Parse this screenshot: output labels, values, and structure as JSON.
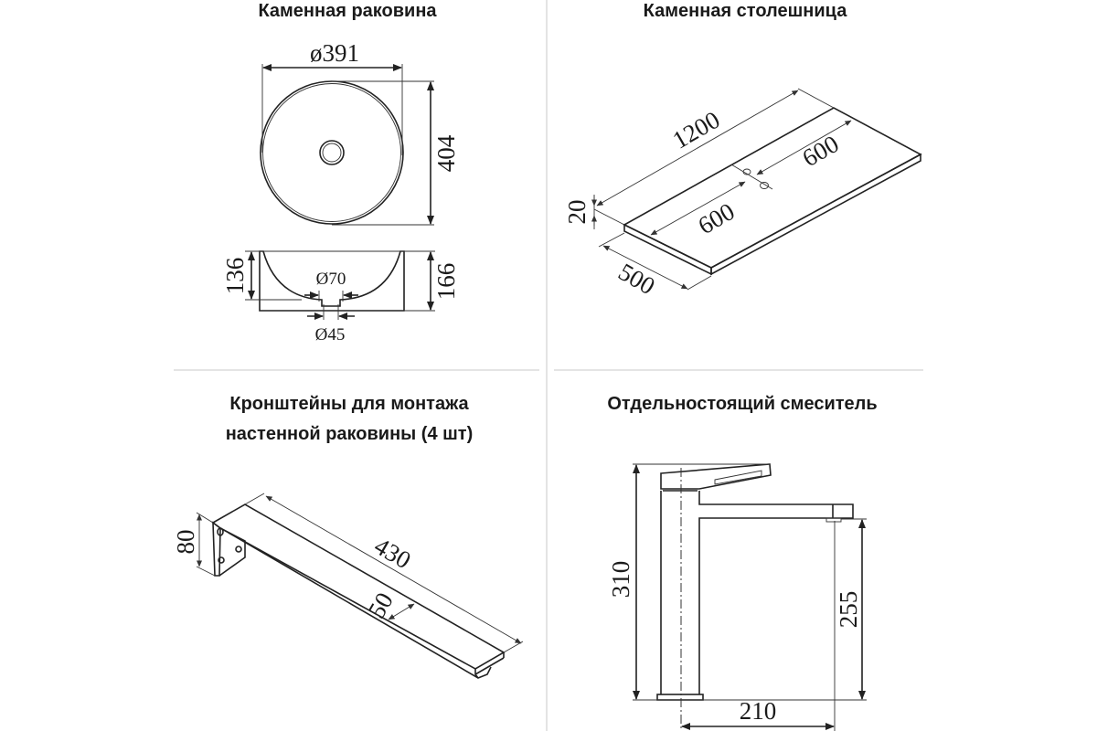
{
  "panels": {
    "sink": {
      "title": "Каменная раковина",
      "dims": {
        "diameter": "ø391",
        "depth_outer": "404",
        "bowl_depth": "136",
        "height": "166",
        "drain_top": "Ø70",
        "drain_bottom": "Ø45"
      }
    },
    "countertop": {
      "title": "Каменная столешница",
      "dims": {
        "length": "1200",
        "half_right": "600",
        "half_left": "600",
        "thickness": "20",
        "width": "500"
      }
    },
    "brackets": {
      "title_line1": "Кронштейны для монтажа",
      "title_line2": "настенной раковины (4 шт)",
      "dims": {
        "length": "430",
        "width": "50",
        "height": "80"
      }
    },
    "faucet": {
      "title": "Отдельностоящий смеситель",
      "dims": {
        "height": "310",
        "spout_height": "255",
        "reach": "210"
      }
    }
  }
}
